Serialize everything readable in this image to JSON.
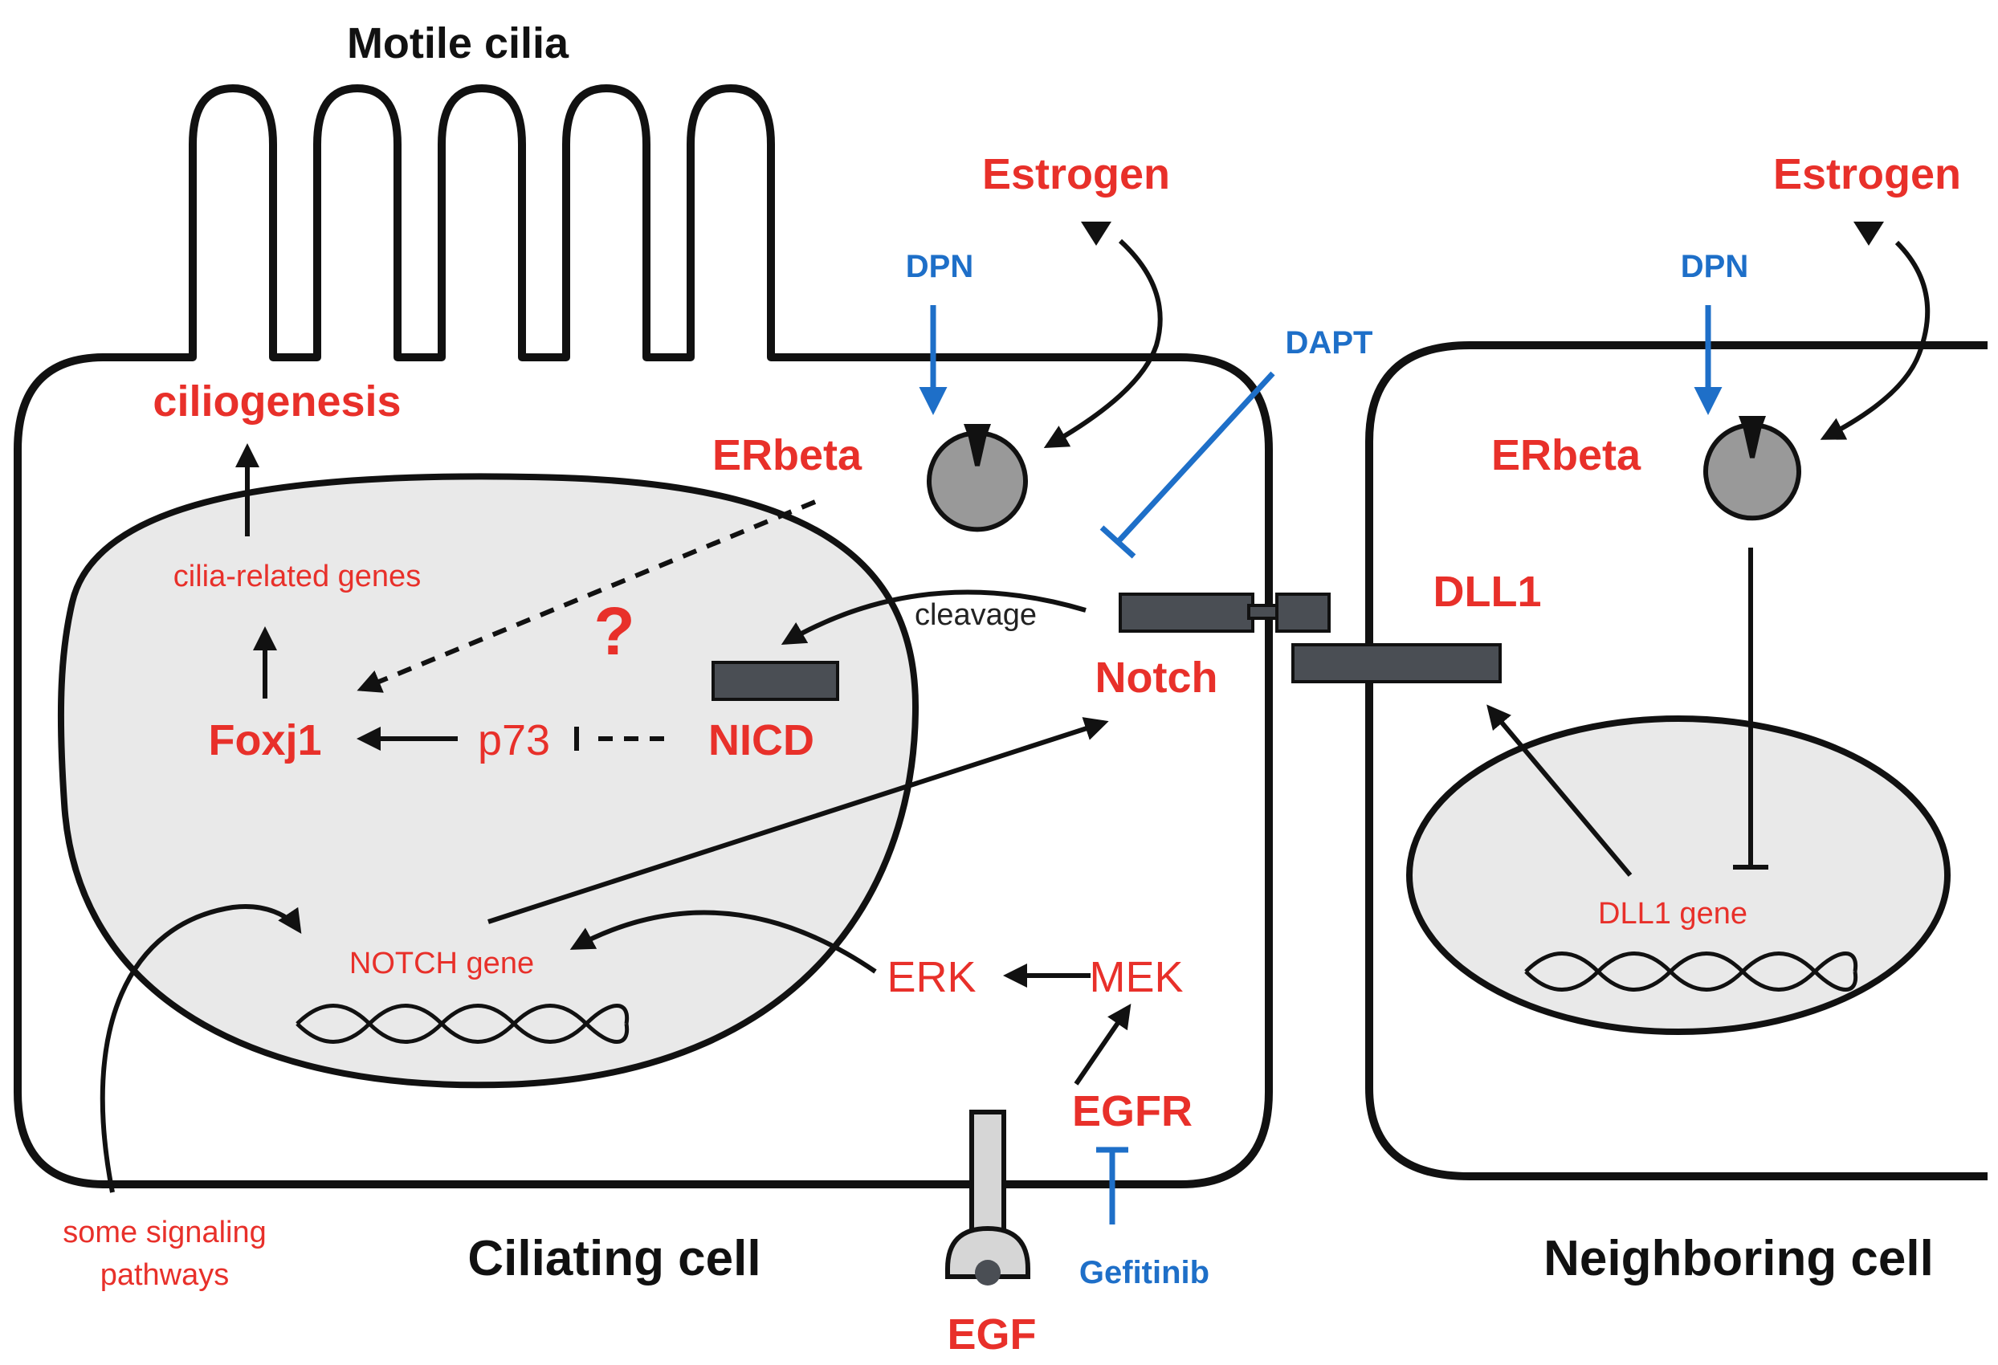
{
  "cells": {
    "ciliating_label": "Ciliating cell",
    "neighboring_label": "Neighboring cell",
    "motile_cilia_label": "Motile cilia"
  },
  "ciliating": {
    "estrogen": "Estrogen",
    "dpn": "DPN",
    "dapt": "DAPT",
    "erbeta": "ERbeta",
    "ciliogenesis": "ciliogenesis",
    "cilia_related_genes": "cilia-related genes",
    "foxj1": "Foxj1",
    "p73": "p73",
    "nicd": "NICD",
    "question": "?",
    "cleavage": "cleavage",
    "notch": "Notch",
    "notch_gene": "NOTCH gene",
    "erk": "ERK",
    "mek": "MEK",
    "egfr": "EGFR",
    "egf": "EGF",
    "gefitinib": "Gefitinib",
    "some_signaling": [
      "some signaling",
      "pathways"
    ]
  },
  "neighboring": {
    "estrogen": "Estrogen",
    "dpn": "DPN",
    "erbeta": "ERbeta",
    "dll1": "DLL1",
    "dll1_gene": "DLL1 gene"
  },
  "colors": {
    "label_red": "#e8302a",
    "drug_blue": "#1e6fc8",
    "membrane": "#111111",
    "nucleus_fill": "#e9e9e9",
    "protein_gray": "#4a4e54"
  }
}
